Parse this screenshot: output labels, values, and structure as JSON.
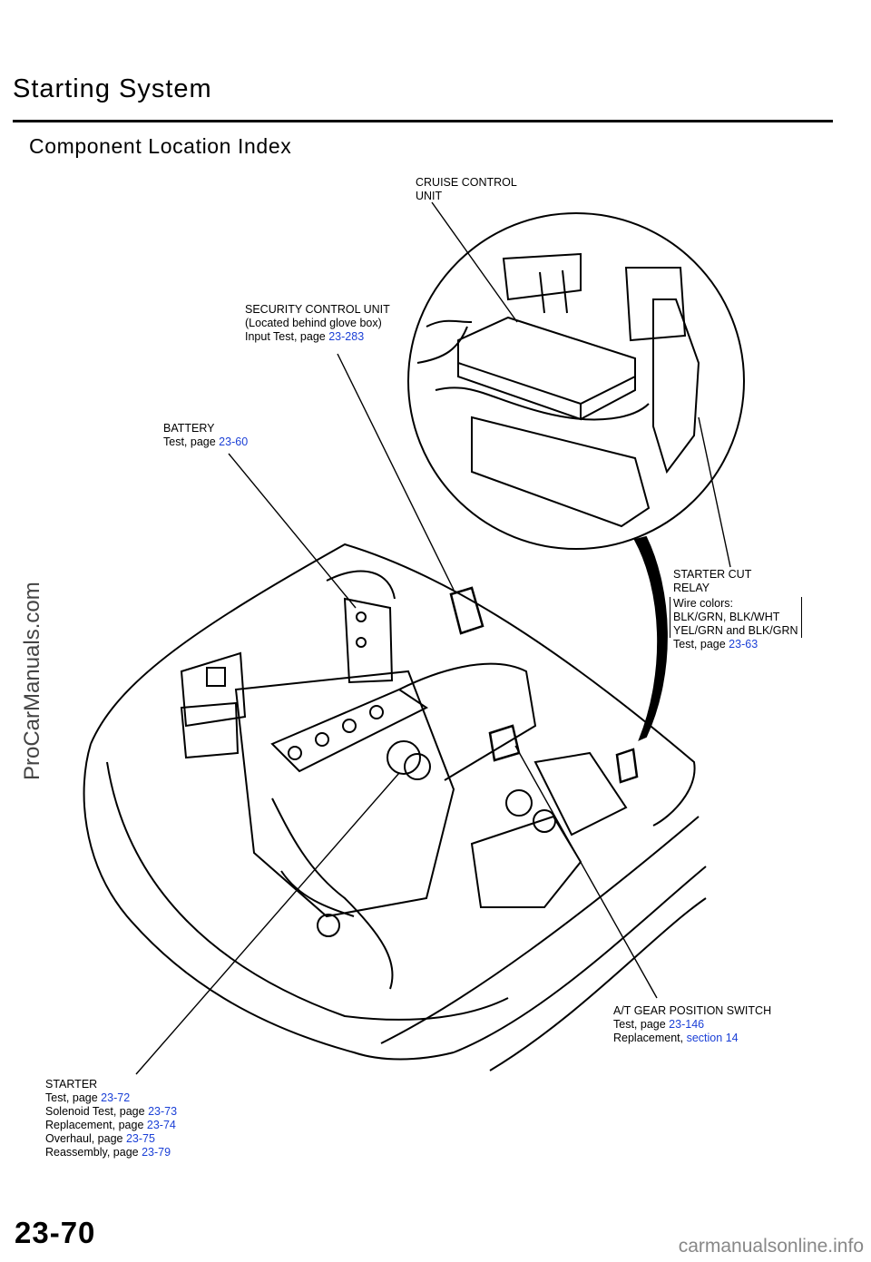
{
  "header": {
    "title": "Starting System",
    "subtitle": "Component Location Index"
  },
  "labels": {
    "cruise": {
      "line1": "CRUISE CONTROL",
      "line2": "UNIT"
    },
    "security": {
      "line1": "SECURITY CONTROL UNIT",
      "line2": "(Located behind glove box)",
      "line3_text": "Input Test, page",
      "line3_link": "23-283"
    },
    "battery": {
      "line1": "BATTERY",
      "line2_text": "Test, page",
      "line2_link": "23-60"
    },
    "starter_cut": {
      "line1": "STARTER CUT",
      "line2": "RELAY",
      "wire1": "Wire colors:",
      "wire2": "BLK/GRN, BLK/WHT",
      "wire3": "YEL/GRN and BLK/GRN",
      "test_text": "Test, page",
      "test_link": "23-63"
    },
    "at_gear": {
      "line1": "A/T GEAR POSITION SWITCH",
      "line2_text": "Test, page",
      "line2_link": "23-146",
      "line3_text": "Replacement,",
      "line3_link": "section 14"
    },
    "starter": {
      "line1": "STARTER",
      "l2t": "Test, page",
      "l2l": "23-72",
      "l3t": "Solenoid Test, page",
      "l3l": "23-73",
      "l4t": "Replacement, page",
      "l4l": "23-74",
      "l5t": "Overhaul, page",
      "l5l": "23-75",
      "l6t": "Reassembly, page",
      "l6l": "23-79"
    }
  },
  "footer": {
    "page_number": "23-70",
    "watermark_side": "ProCarManuals.com",
    "watermark_bottom": "carmanualsonline.info"
  },
  "colors": {
    "link": "#1a3fd6"
  }
}
